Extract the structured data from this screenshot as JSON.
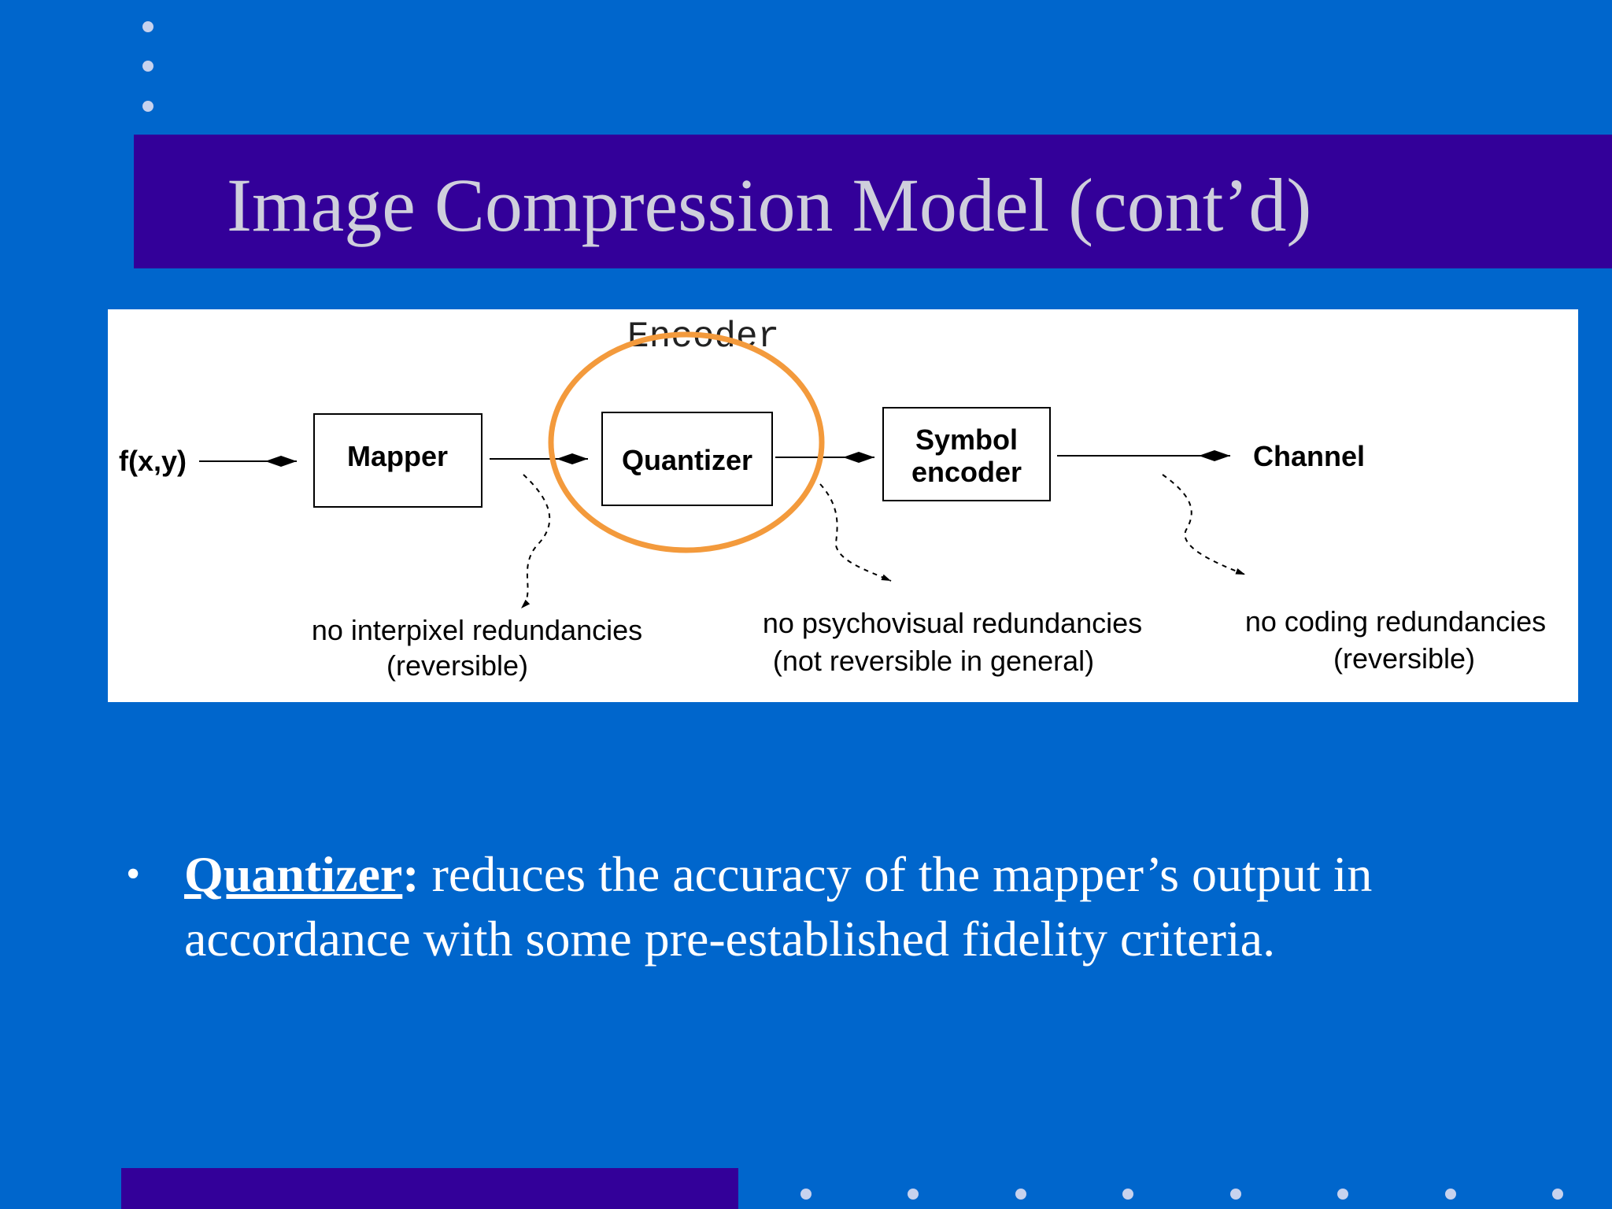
{
  "slide": {
    "title": "Image Compression Model (cont’d)",
    "colors": {
      "background": "#0066cc",
      "title_bar": "#330099",
      "title_text": "#cfcfdc",
      "highlight_circle": "#f39a3c"
    }
  },
  "diagram": {
    "group_label": "Encoder",
    "input_label": "f(x,y)",
    "blocks": {
      "mapper": "Mapper",
      "quantizer": "Quantizer",
      "symbol_encoder_line1": "Symbol",
      "symbol_encoder_line2": "encoder"
    },
    "output_label": "Channel",
    "notes": {
      "mapper_line1": "no interpixel redundancies",
      "mapper_line2": "(reversible)",
      "quantizer_line1": "no psychovisual redundancies",
      "quantizer_line2": "(not reversible in general)",
      "encoder_line1": "no coding redundancies",
      "encoder_line2": "(reversible)"
    },
    "highlighted_block": "Quantizer"
  },
  "bullet": {
    "term": "Quantizer",
    "colon": ":",
    "text": " reduces the accuracy of the mapper’s output in accordance with some pre-established fidelity criteria."
  }
}
